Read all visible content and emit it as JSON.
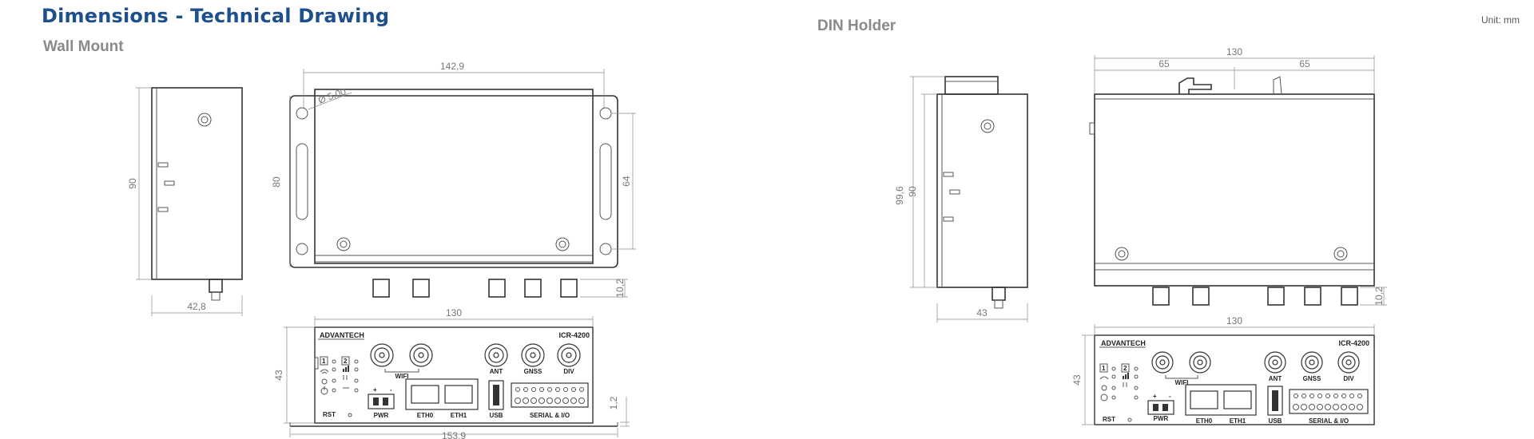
{
  "header": {
    "title": "Dimensions - Technical Drawing",
    "unit": "Unit: mm"
  },
  "sections": {
    "wall_mount": "Wall Mount",
    "din_holder": "DIN Holder"
  },
  "wall_mount_dims": {
    "side_height": "90",
    "side_width": "42,8",
    "top_width": "142,9",
    "top_height": "80",
    "hole_spacing": "64",
    "hole_diameter": "Ø 5,00",
    "connector_depth": "10,2",
    "front_width": "130",
    "front_height": "43",
    "flange_width": "153,9",
    "flange_thickness": "1,2"
  },
  "din_holder_dims": {
    "side_height_total": "99,6",
    "side_height": "90",
    "side_width": "43",
    "top_width": "130",
    "half_left": "65",
    "half_right": "65",
    "connector_depth": "10,2",
    "front_width": "130",
    "front_height": "43"
  },
  "front_panel": {
    "brand": "ADVANTECH",
    "model": "ICR-4200",
    "labels": {
      "wifi": "WIFI",
      "ant": "ANT",
      "gnss": "GNSS",
      "div": "DIV",
      "pwr": "PWR",
      "eth0": "ETH0",
      "eth1": "ETH1",
      "usb": "USB",
      "serial": "SERIAL & I/O",
      "rst": "RST",
      "sim1": "1",
      "sim2": "2",
      "plus": "+",
      "minus": "-"
    }
  }
}
